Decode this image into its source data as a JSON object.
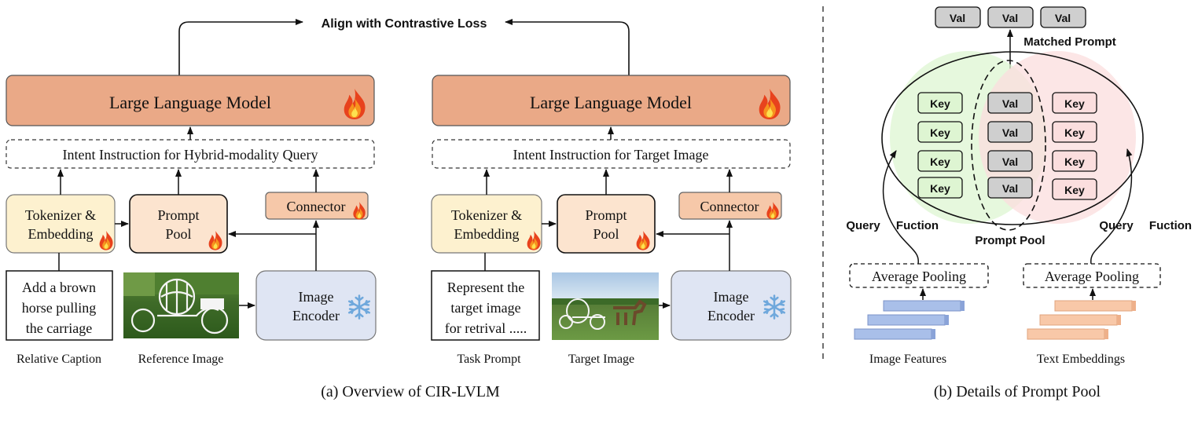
{
  "top_label": "Align with Contrastive Loss",
  "left": {
    "llm": "Large Language Model",
    "intent": "Intent Instruction for Hybrid-modality Query",
    "tokenizer": [
      "Tokenizer &",
      "Embedding"
    ],
    "prompt_pool": [
      "Prompt",
      "Pool"
    ],
    "connector": "Connector",
    "encoder": [
      "Image",
      "Encoder"
    ],
    "caption_text": [
      "Add a brown",
      "horse pulling",
      "the carriage"
    ],
    "caption_label": "Relative Caption",
    "image_label": "Reference Image"
  },
  "right": {
    "llm": "Large Language Model",
    "intent": "Intent Instruction for Target Image",
    "tokenizer": [
      "Tokenizer &",
      "Embedding"
    ],
    "prompt_pool": [
      "Prompt",
      "Pool"
    ],
    "connector": "Connector",
    "encoder": [
      "Image",
      "Encoder"
    ],
    "caption_text": [
      "Represent the",
      "target image",
      "for retrival ....."
    ],
    "caption_label": "Task Prompt",
    "image_label": "Target Image"
  },
  "caption_a": "(a) Overview of CIR-LVLM",
  "pool": {
    "val_top": [
      "Val",
      "Val",
      "Val"
    ],
    "matched": "Matched Prompt",
    "keys_left": [
      "Key",
      "Key",
      "Key",
      "Key"
    ],
    "vals_mid": [
      "Val",
      "Val",
      "Val",
      "Val"
    ],
    "keys_right": [
      "Key",
      "Key",
      "Key",
      "Key"
    ],
    "query_left": "Query",
    "fuction_left": "Fuction",
    "query_right": "Query",
    "fuction_right": "Fuction",
    "pool_label": "Prompt Pool",
    "avg_left": "Average Pooling",
    "avg_right": "Average Pooling",
    "features_left": "Image Features",
    "features_right": "Text Embeddings"
  },
  "caption_b": "(b) Details of Prompt Pool",
  "colors": {
    "llm": "#eaa987",
    "tokenizer": "#fdf1cf",
    "prompt_pool": "#fce4cf",
    "connector": "#f6c8a9",
    "encoder": "#dfe5f3",
    "key_green": "#def5d2",
    "val_gray": "#cfcfcf",
    "key_pink": "#fbdede",
    "feature_blue": "#a9bfe9",
    "feature_orange": "#f8c8a8"
  }
}
